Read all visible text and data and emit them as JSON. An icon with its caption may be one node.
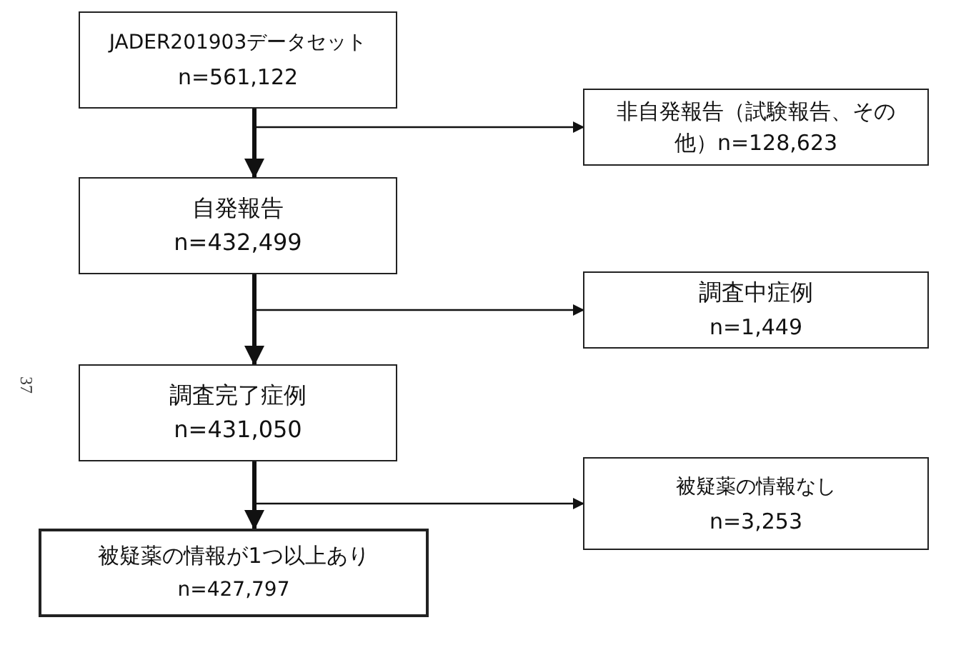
{
  "diagram": {
    "nodes": [
      {
        "text": [
          "JADER201903データセット",
          "n=561,122"
        ]
      },
      {
        "text": [
          "非自発報告（試験報告、その他）n=128,623"
        ]
      },
      {
        "text": [
          "自発報告",
          "n=432,499"
        ]
      },
      {
        "text": [
          "調査中症例",
          "n=1,449"
        ]
      },
      {
        "text": [
          "調査完了症例",
          "n=431,050"
        ]
      },
      {
        "text": [
          "被疑薬の情報なし",
          "n=3,253"
        ]
      },
      {
        "text": [
          "被疑薬の情報が1つ以上あり",
          "n=427,797"
        ]
      }
    ],
    "edges": [
      {
        "from": 0,
        "to": 2,
        "arrow": "to",
        "style": "thick"
      },
      {
        "from": 0,
        "to": 1,
        "arrow": "to"
      },
      {
        "from": 2,
        "to": 4,
        "arrow": "to",
        "style": "thick"
      },
      {
        "from": 2,
        "to": 3,
        "arrow": "to"
      },
      {
        "from": 4,
        "to": 6,
        "arrow": "to",
        "style": "thick"
      },
      {
        "from": 4,
        "to": 5,
        "arrow": "to"
      }
    ],
    "labels": [
      "37"
    ]
  }
}
